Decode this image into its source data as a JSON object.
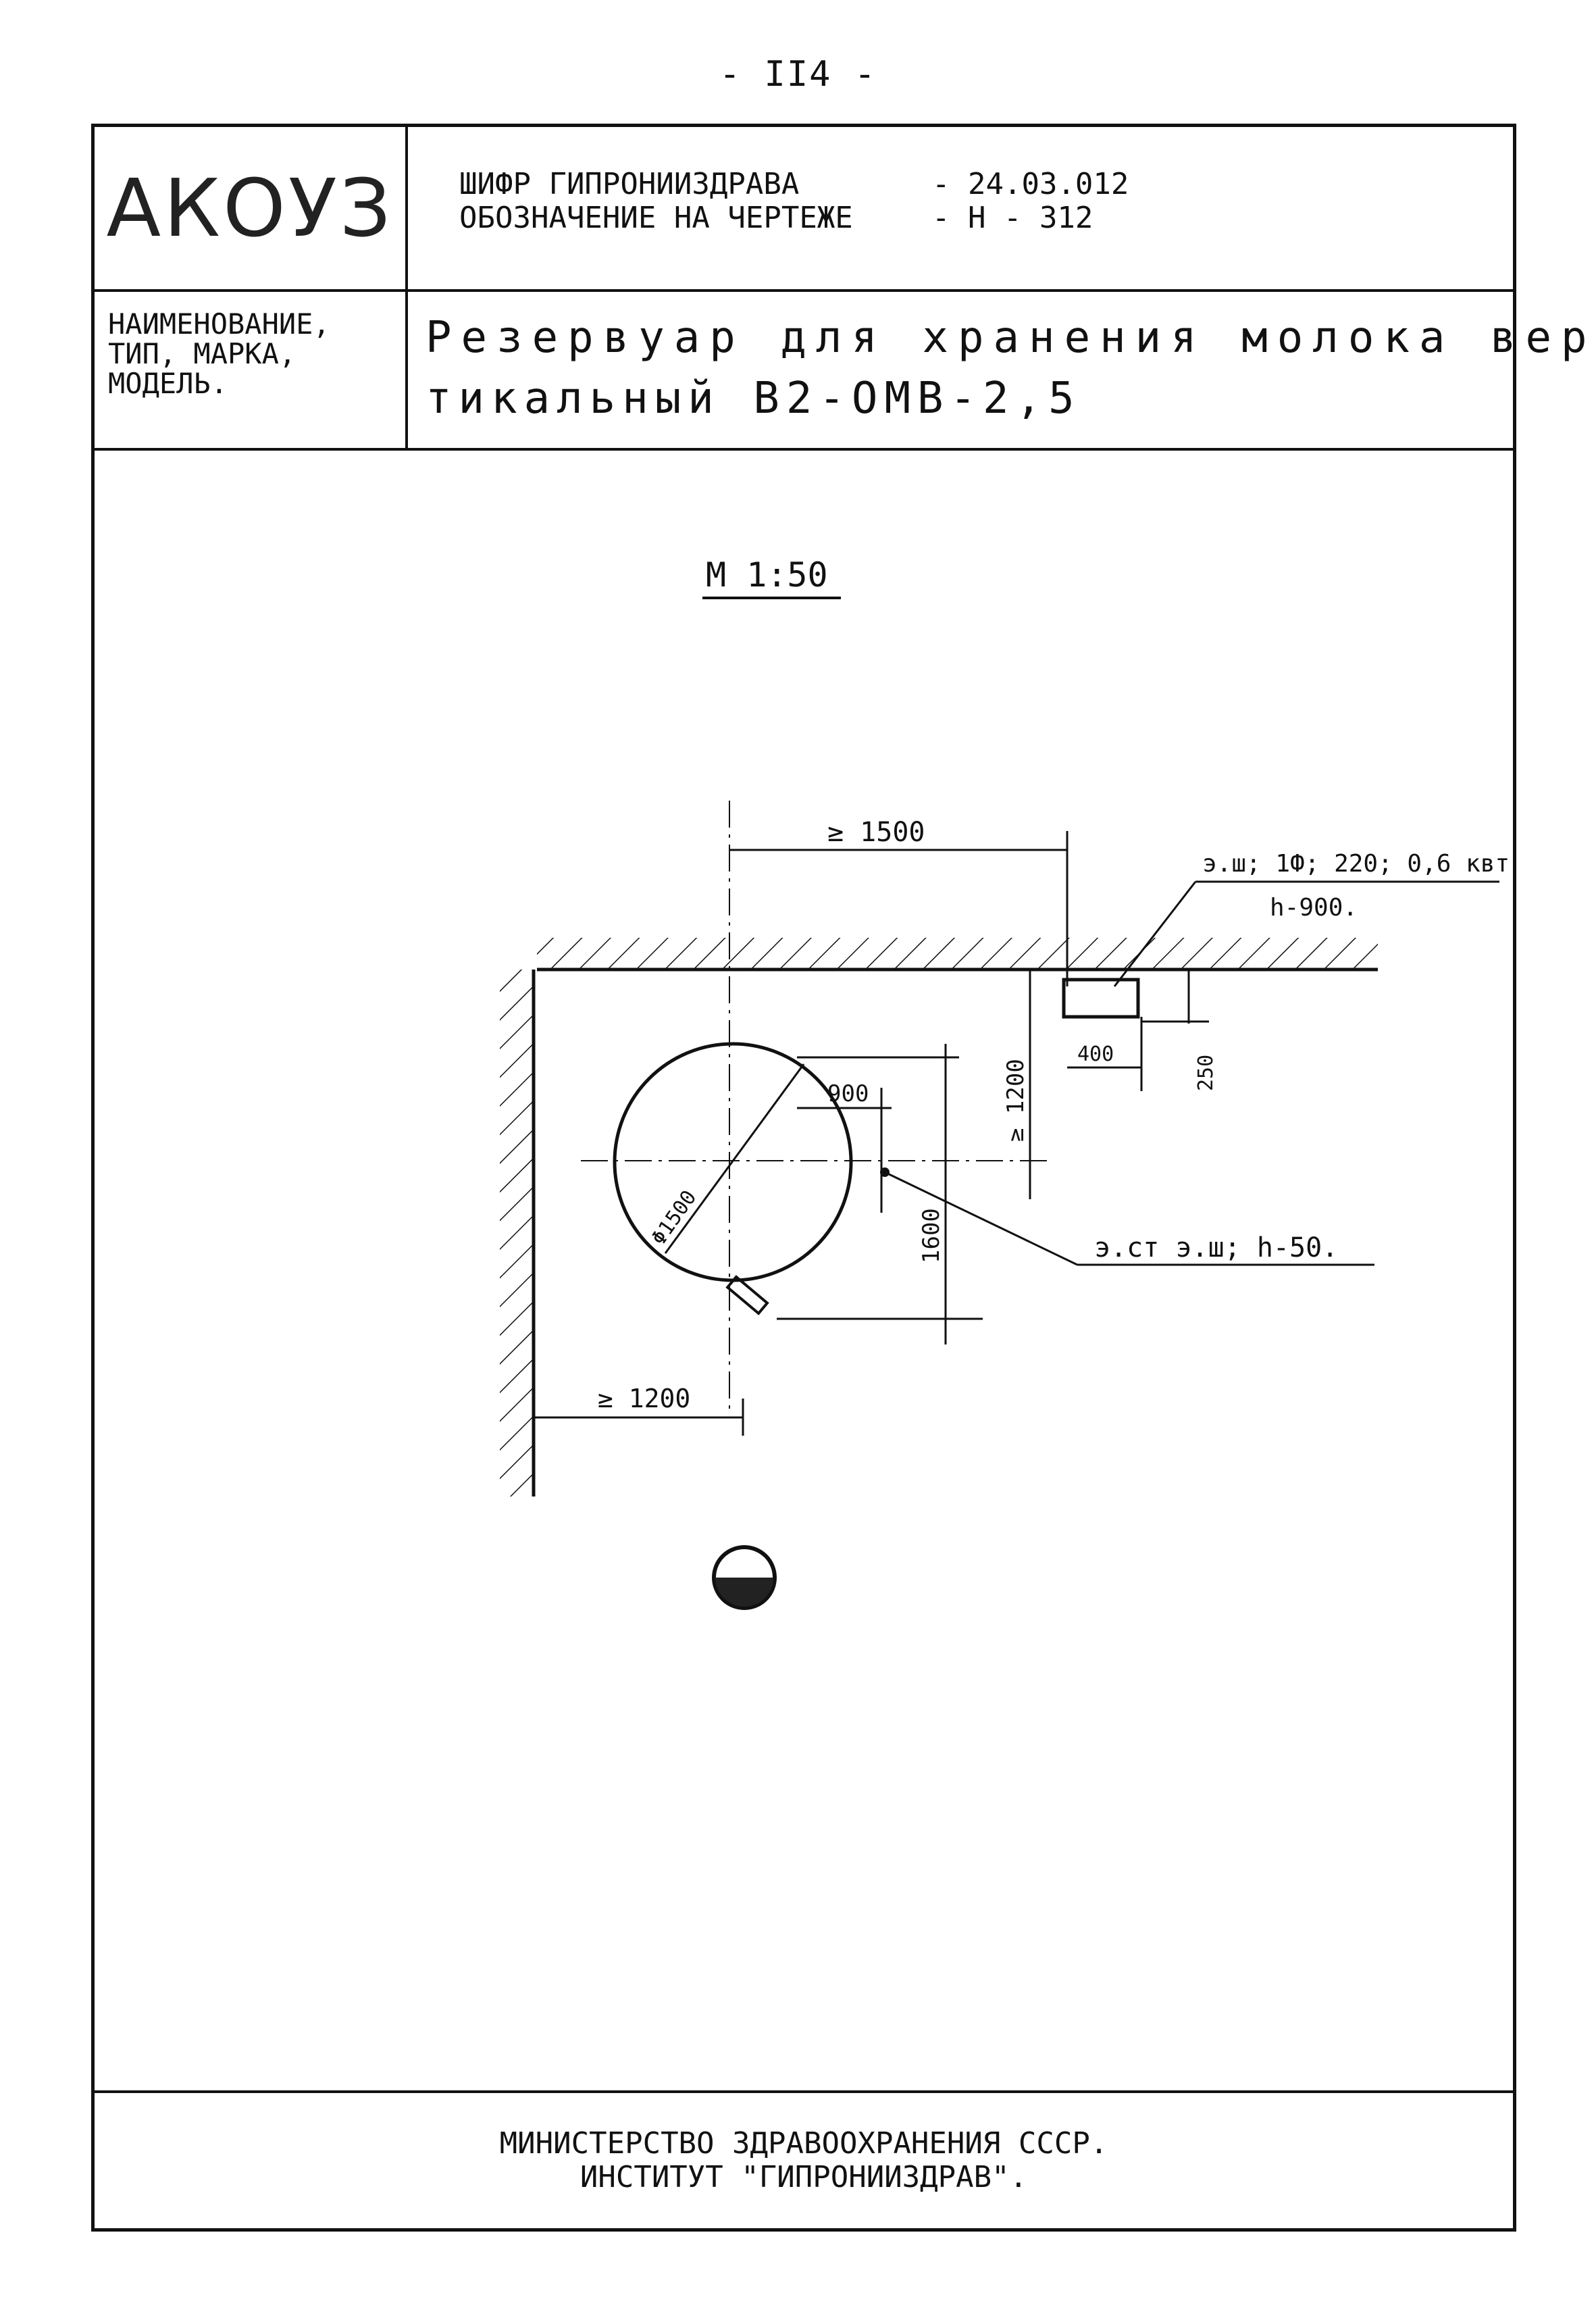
{
  "page_number": "- II4 -",
  "header": {
    "code": "АКОУЗ",
    "cipher_label": "ШИФР ГИПРОНИИЗДРАВА",
    "cipher_value": "- 24.03.012",
    "designation_label": "ОБОЗНАЧЕНИЕ НА ЧЕРТЕЖЕ",
    "designation_value": "- Н - 312"
  },
  "name_block": {
    "label": "НАИМЕНОВАНИЕ,\nТИП, МАРКА,\nМОДЕЛЬ.",
    "line1": "Резервуар для хранения молока вер-",
    "line2": "тикальный В2-ОМВ-2,5"
  },
  "drawing": {
    "scale": "М 1:50",
    "dim_top": "≥ 1500",
    "socket_label": "э.ш; 1Ф; 220; 0,6 квт",
    "socket_height": "h-900.",
    "dim_socket_width": "400",
    "dim_socket_depth": "250",
    "dim_wall_1200": "≥ 1200",
    "dim_900": "900",
    "dim_1600": "1600",
    "dim_diameter": "Φ1500",
    "ground_label": "э.ст э.ш; h-50.",
    "dim_left": "≥ 1200"
  },
  "footer": {
    "line1": "МИНИСТЕРСТВО ЗДРАВООХРАНЕНИЯ СССР.",
    "line2": "ИНСТИТУТ \"ГИПРОНИИЗДРАВ\"."
  }
}
